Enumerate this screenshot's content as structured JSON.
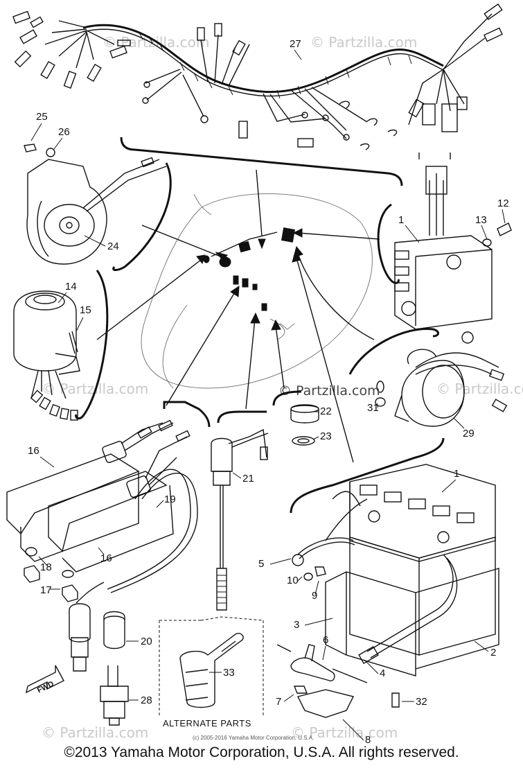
{
  "callouts": {
    "c1a": "1",
    "c1b": "1",
    "c2": "2",
    "c3": "3",
    "c4": "4",
    "c5": "5",
    "c6": "6",
    "c7": "7",
    "c8": "8",
    "c9": "9",
    "c10": "10",
    "c12": "12",
    "c13": "13",
    "c14": "14",
    "c15": "15",
    "c16a": "16",
    "c16b": "16",
    "c17": "17",
    "c18": "18",
    "c19": "19",
    "c20": "20",
    "c21": "21",
    "c22": "22",
    "c23": "23",
    "c24": "24",
    "c25": "25",
    "c26": "26",
    "c27": "27",
    "c28": "28",
    "c29": "29",
    "c31": "31",
    "c32": "32",
    "c33": "33"
  },
  "alternate_parts": "ALTERNATE PARTS",
  "fwd_label": "FWD",
  "watermarks": {
    "small": "© Partzilla.com",
    "center": "© Partzilla.com",
    "inline_copyright": "(c) 2005-2016 Yamaha Motor Corporation, U.S.A."
  },
  "footer": "©2013 Yamaha Motor Corporation, U.S.A. All rights reserved."
}
